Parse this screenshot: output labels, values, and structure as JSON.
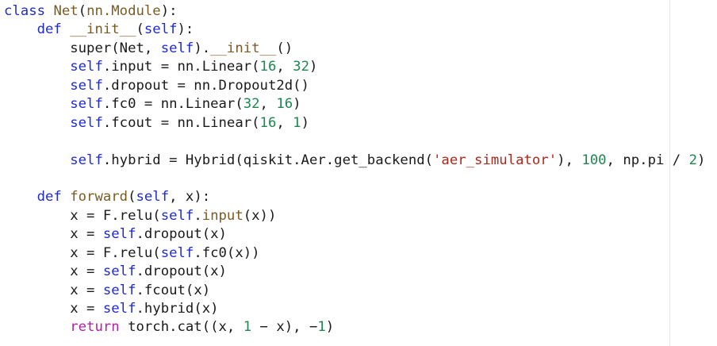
{
  "editor": {
    "language": "python",
    "lines": [
      [
        {
          "t": "kw",
          "v": "class"
        },
        {
          "t": "plain",
          "v": " "
        },
        {
          "t": "cls",
          "v": "Net"
        },
        {
          "t": "plain",
          "v": "("
        },
        {
          "t": "cls",
          "v": "nn.Module"
        },
        {
          "t": "plain",
          "v": "):"
        }
      ],
      [
        {
          "t": "plain",
          "v": "    "
        },
        {
          "t": "kw",
          "v": "def"
        },
        {
          "t": "plain",
          "v": " "
        },
        {
          "t": "fn",
          "v": "__init__"
        },
        {
          "t": "plain",
          "v": "("
        },
        {
          "t": "slf",
          "v": "self"
        },
        {
          "t": "plain",
          "v": "):"
        }
      ],
      [
        {
          "t": "plain",
          "v": "        super(Net, "
        },
        {
          "t": "slf",
          "v": "self"
        },
        {
          "t": "plain",
          "v": ")."
        },
        {
          "t": "fn",
          "v": "__init__"
        },
        {
          "t": "plain",
          "v": "()"
        }
      ],
      [
        {
          "t": "plain",
          "v": "        "
        },
        {
          "t": "slf",
          "v": "self"
        },
        {
          "t": "plain",
          "v": ".input = nn.Linear("
        },
        {
          "t": "num",
          "v": "16"
        },
        {
          "t": "plain",
          "v": ", "
        },
        {
          "t": "num",
          "v": "32"
        },
        {
          "t": "plain",
          "v": ")"
        }
      ],
      [
        {
          "t": "plain",
          "v": "        "
        },
        {
          "t": "slf",
          "v": "self"
        },
        {
          "t": "plain",
          "v": ".dropout = nn.Dropout2d()"
        }
      ],
      [
        {
          "t": "plain",
          "v": "        "
        },
        {
          "t": "slf",
          "v": "self"
        },
        {
          "t": "plain",
          "v": ".fc0 = nn.Linear("
        },
        {
          "t": "num",
          "v": "32"
        },
        {
          "t": "plain",
          "v": ", "
        },
        {
          "t": "num",
          "v": "16"
        },
        {
          "t": "plain",
          "v": ")"
        }
      ],
      [
        {
          "t": "plain",
          "v": "        "
        },
        {
          "t": "slf",
          "v": "self"
        },
        {
          "t": "plain",
          "v": ".fcout = nn.Linear("
        },
        {
          "t": "num",
          "v": "16"
        },
        {
          "t": "plain",
          "v": ", "
        },
        {
          "t": "num",
          "v": "1"
        },
        {
          "t": "plain",
          "v": ")"
        }
      ],
      [],
      [
        {
          "t": "plain",
          "v": "        "
        },
        {
          "t": "slf",
          "v": "self"
        },
        {
          "t": "plain",
          "v": ".hybrid = Hybrid(qiskit.Aer.get_backend("
        },
        {
          "t": "str",
          "v": "'aer_simulator'"
        },
        {
          "t": "plain",
          "v": "), "
        },
        {
          "t": "num",
          "v": "100"
        },
        {
          "t": "plain",
          "v": ", np.pi / "
        },
        {
          "t": "num",
          "v": "2"
        },
        {
          "t": "plain",
          "v": ")"
        }
      ],
      [],
      [
        {
          "t": "plain",
          "v": "    "
        },
        {
          "t": "kw",
          "v": "def"
        },
        {
          "t": "plain",
          "v": " "
        },
        {
          "t": "fn",
          "v": "forward"
        },
        {
          "t": "plain",
          "v": "("
        },
        {
          "t": "slf",
          "v": "self"
        },
        {
          "t": "plain",
          "v": ", x):"
        }
      ],
      [
        {
          "t": "plain",
          "v": "        x = F.relu("
        },
        {
          "t": "slf",
          "v": "self"
        },
        {
          "t": "plain",
          "v": "."
        },
        {
          "t": "fn",
          "v": "input"
        },
        {
          "t": "plain",
          "v": "(x))"
        }
      ],
      [
        {
          "t": "plain",
          "v": "        x = "
        },
        {
          "t": "slf",
          "v": "self"
        },
        {
          "t": "plain",
          "v": ".dropout(x)"
        }
      ],
      [
        {
          "t": "plain",
          "v": "        x = F.relu("
        },
        {
          "t": "slf",
          "v": "self"
        },
        {
          "t": "plain",
          "v": ".fc0(x))"
        }
      ],
      [
        {
          "t": "plain",
          "v": "        x = "
        },
        {
          "t": "slf",
          "v": "self"
        },
        {
          "t": "plain",
          "v": ".dropout(x)"
        }
      ],
      [
        {
          "t": "plain",
          "v": "        x = "
        },
        {
          "t": "slf",
          "v": "self"
        },
        {
          "t": "plain",
          "v": ".fcout(x)"
        }
      ],
      [
        {
          "t": "plain",
          "v": "        x = "
        },
        {
          "t": "slf",
          "v": "self"
        },
        {
          "t": "plain",
          "v": ".hybrid(x)"
        }
      ],
      [
        {
          "t": "plain",
          "v": "        "
        },
        {
          "t": "ret",
          "v": "return"
        },
        {
          "t": "plain",
          "v": " torch.cat((x, "
        },
        {
          "t": "num",
          "v": "1"
        },
        {
          "t": "plain",
          "v": " − x), −"
        },
        {
          "t": "num",
          "v": "1"
        },
        {
          "t": "plain",
          "v": ")"
        }
      ]
    ]
  },
  "colors": {
    "keyword": "#1f2bd1",
    "return_keyword": "#b01fa8",
    "function_name": "#7a5c23",
    "number": "#1f8650",
    "string": "#b1271b",
    "text": "#1a1a1a",
    "background": "#ffffff"
  }
}
